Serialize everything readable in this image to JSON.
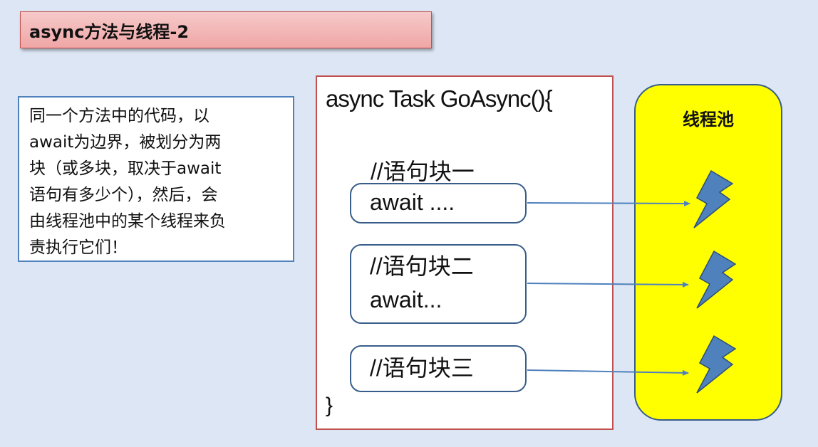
{
  "title": "async方法与线程-2",
  "description": {
    "lines": [
      "同一个方法中的代码，以",
      "await为边界，被划分为两",
      "块（或多块，取决于await",
      "语句有多少个），然后，会",
      "由线程池中的某个线程来负",
      "责执行它们！"
    ]
  },
  "code": {
    "header": "async Task GoAsync(){",
    "block1_label": "//语句块一",
    "block1_stmt": "await ....",
    "block2_comment": "//语句块二",
    "block2_stmt": "await...",
    "block3_comment": "//语句块三",
    "closing": "}"
  },
  "thread_pool": {
    "label": "线程池",
    "icon": "lightning-bolt-icon",
    "threads": 3
  },
  "colors": {
    "background": "#dce6f4",
    "title_fill": "#f2b4b4",
    "code_border": "#c0504d",
    "desc_border": "#4f81bd",
    "pool_fill": "#ffff00",
    "arrow": "#4f81bd",
    "bolt": "#4f81bd"
  }
}
